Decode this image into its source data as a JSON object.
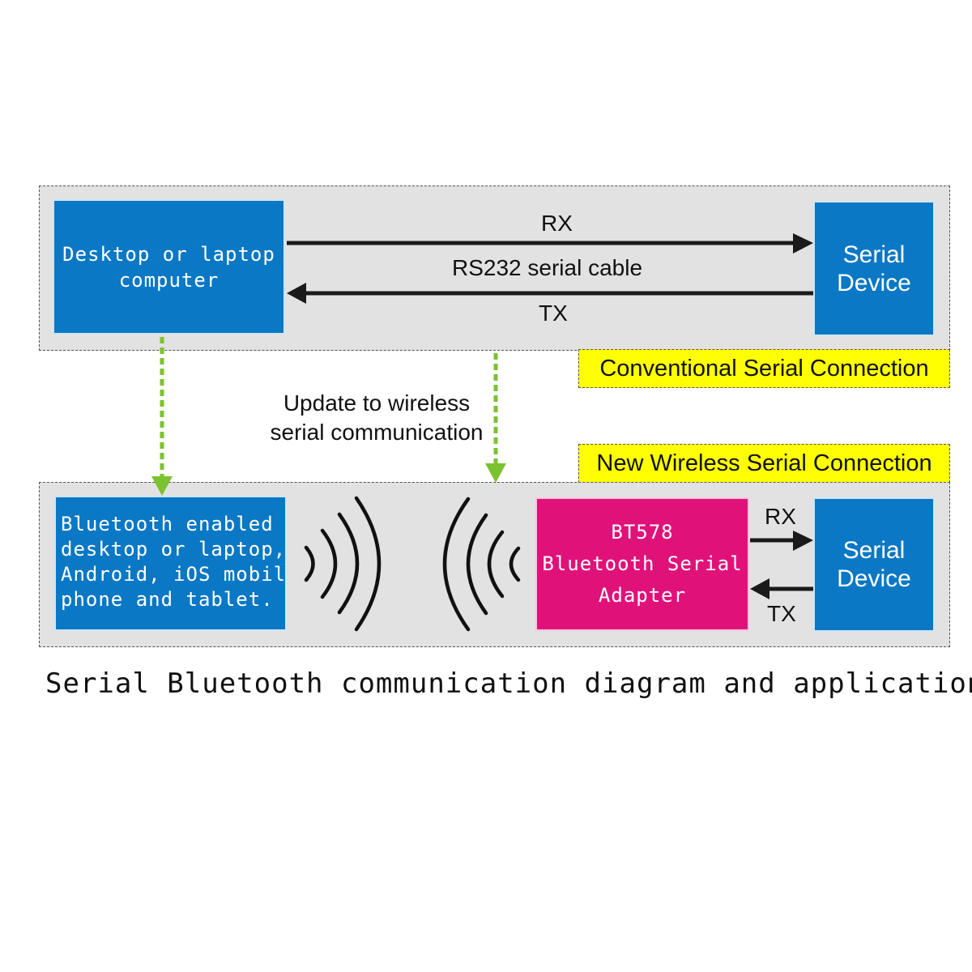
{
  "conventional": {
    "computer_label": "Desktop or laptop computer",
    "computer_lines": [
      "Desktop or laptop",
      "computer"
    ],
    "rx_label": "RX",
    "cable_label": "RS232 serial cable",
    "tx_label": "TX",
    "device_lines": [
      "Serial",
      "Device"
    ],
    "section_label": "Conventional Serial Connection"
  },
  "transition": {
    "lines": [
      "Update to wireless",
      "serial communication"
    ]
  },
  "wireless": {
    "section_label": "New Wireless Serial Connection",
    "host_lines": [
      "Bluetooth enabled",
      "desktop or laptop,",
      "Android, iOS mobile",
      "phone and tablet."
    ],
    "adapter_lines": [
      "BT578",
      "Bluetooth Serial",
      "Adapter"
    ],
    "rx_label": "RX",
    "tx_label": "TX",
    "device_lines": [
      "Serial",
      "Device"
    ]
  },
  "caption": "Serial Bluetooth communication diagram and application",
  "colors": {
    "panel_bg": "#e2e2e2",
    "device_blue": "#0a78c4",
    "adapter_pink": "#e0127a",
    "tag_yellow": "#ffff00",
    "update_arrow_green": "#7cc230"
  }
}
